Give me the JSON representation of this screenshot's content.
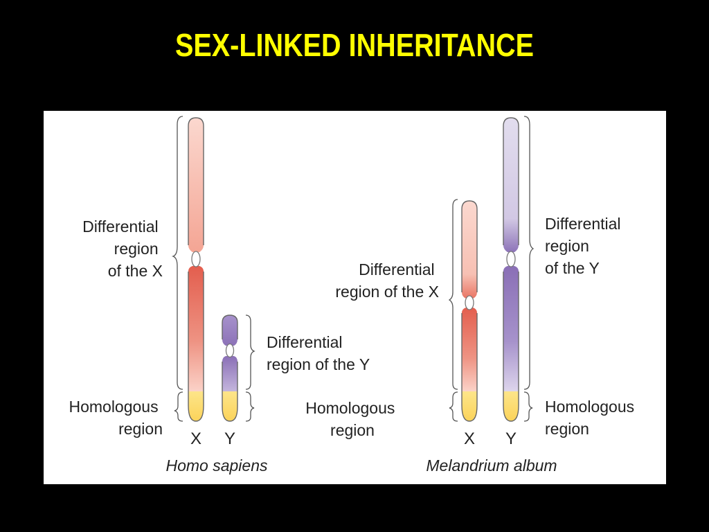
{
  "title": "SEX-LINKED INHERITANCE",
  "colors": {
    "title": "#ffff00",
    "background": "#000000",
    "x_light": "#f9cfc4",
    "x_dark": "#e5695a",
    "y_light": "#dcd6ea",
    "y_dark": "#8e74b8",
    "homologous": "#fde07a"
  },
  "human": {
    "species": "Homo sapiens",
    "diff_x_lines": [
      "Differential",
      "region",
      "of the X"
    ],
    "diff_y_lines": [
      "Differential",
      "region of the Y"
    ],
    "homologous_lines": [
      "Homologous",
      "region"
    ],
    "x_label": "X",
    "y_label": "Y"
  },
  "melandrium": {
    "species": "Melandrium album",
    "diff_x_lines": [
      "Differential",
      "region of the X"
    ],
    "diff_y_lines": [
      "Differential",
      "region",
      "of the Y"
    ],
    "homologous_left_lines": [
      "Homologous",
      "region"
    ],
    "homologous_right_lines": [
      "Homologous",
      "region"
    ],
    "x_label": "X",
    "y_label": "Y"
  }
}
